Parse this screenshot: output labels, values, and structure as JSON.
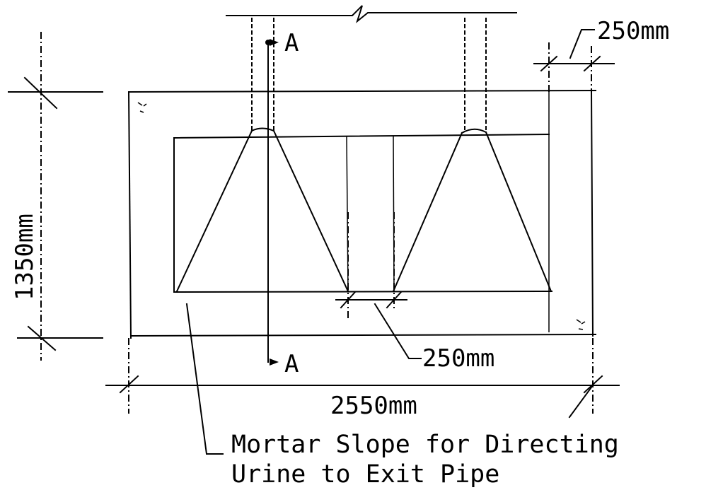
{
  "labels": {
    "section_marker": "A",
    "dim_top_right": "250mm",
    "dim_height": "1350mm",
    "dim_gap": "250mm",
    "dim_width": "2550mm",
    "note_line_1": "Mortar Slope for Directing",
    "note_line_2": "Urine to Exit Pipe"
  }
}
